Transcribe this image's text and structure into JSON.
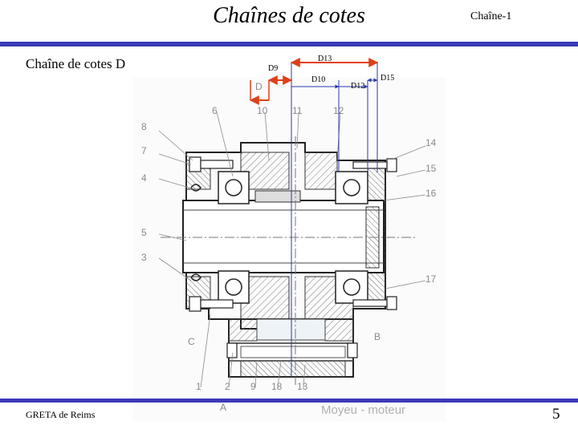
{
  "header": {
    "title": "Chaînes de cotes",
    "ref": "Chaîne-1"
  },
  "subtitle": "Chaîne de cotes D",
  "footer": {
    "org": "GRETA de Reims",
    "page": "5"
  },
  "dimensions": {
    "d9": "D9",
    "d10": "D10",
    "d12": "D12",
    "d13": "D13",
    "d15": "D15",
    "d_label": "D"
  },
  "part_numbers": {
    "n1": "1",
    "n2": "2",
    "n3": "3",
    "n4": "4",
    "n5": "5",
    "n6": "6",
    "n7": "7",
    "n8": "8",
    "n9": "9",
    "n10": "10",
    "n11": "11",
    "n12": "12",
    "n13": "13",
    "n14": "14",
    "n15": "15",
    "n16": "16",
    "n17": "17",
    "n18": "18"
  },
  "datum_labels": {
    "a": "A",
    "b": "B",
    "c": "C"
  },
  "drawing_caption": "Moyeu - moteur",
  "colors": {
    "accent_bar": "#3a3ab8",
    "dimension_red": "#e0401a",
    "dimension_blue": "#2a3aa8"
  }
}
